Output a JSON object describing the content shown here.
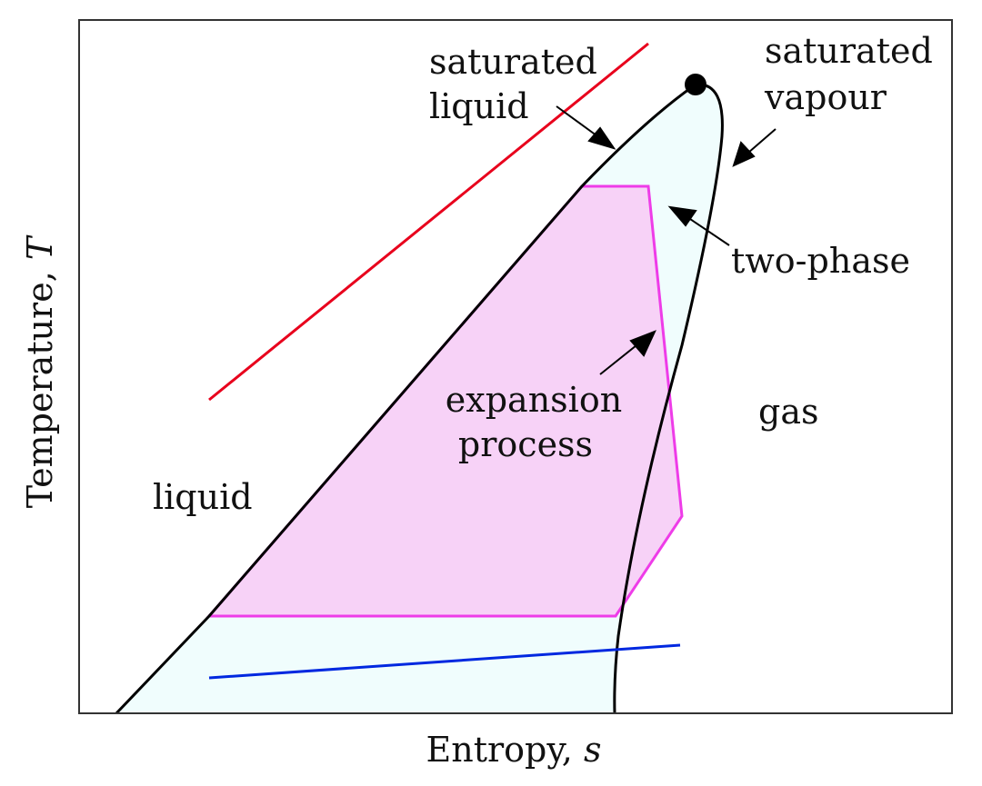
{
  "axes": {
    "xlabel": "Entropy, ",
    "xvar": "s",
    "ylabel": "Temperature, ",
    "yvar": "T"
  },
  "labels": {
    "saturated_liquid": [
      "saturated",
      "liquid"
    ],
    "saturated_vapour": [
      "saturated",
      "vapour"
    ],
    "two_phase": "two-phase",
    "expansion_process": [
      "expansion",
      "process"
    ],
    "liquid": "liquid",
    "gas": "gas"
  },
  "colors": {
    "dome_fill": "#f0fdfd",
    "saturation_curve": "#000000",
    "process_stroke": "#ee3ce8",
    "process_fill": "#f7d2f7",
    "red_line": "#e8001c",
    "blue_line": "#0028e0",
    "frame": "#333333"
  }
}
